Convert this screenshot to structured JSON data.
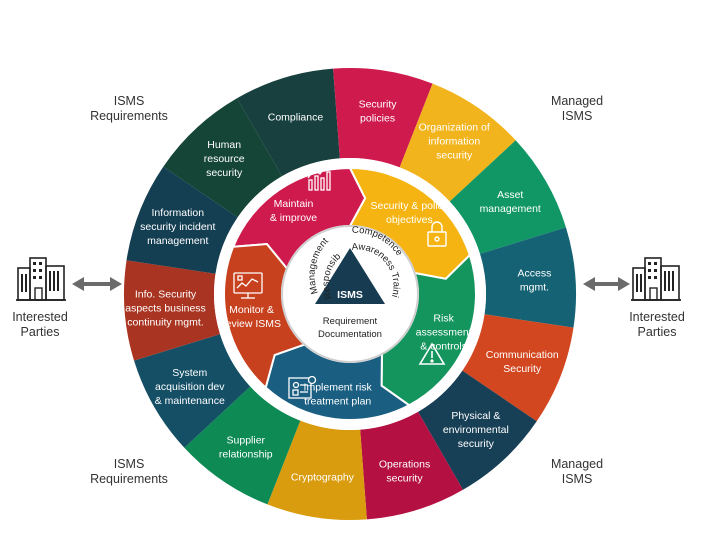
{
  "colors": {
    "compliance": "#17403f",
    "security_policies": "#cf1a4e",
    "organization": "#f2b41c",
    "asset_management": "#119766",
    "access_mgmt": "#146274",
    "communication_security": "#d2471f",
    "physical_env": "#173f56",
    "operations_security": "#b41042",
    "cryptography": "#d99c0f",
    "supplier_relationship": "#0e8a55",
    "system_acquisition": "#144f66",
    "info_security_bc": "#a93421",
    "incident_mgmt": "#143e52",
    "hr_security": "#154537",
    "maintain_improve": "#cf1a4e",
    "security_objectives": "#f5b412",
    "risk_assessment": "#14955e",
    "implement_risk": "#1a5f82",
    "monitor_review": "#c7411f",
    "isms_triangle": "#173c52"
  },
  "corners": {
    "top_left": [
      "ISMS",
      "Requirements"
    ],
    "top_right": [
      "Managed",
      "ISMS"
    ],
    "bottom_left": [
      "ISMS",
      "Requirements"
    ],
    "bottom_right": [
      "Managed",
      "ISMS"
    ]
  },
  "parties": {
    "left": [
      "Interested",
      "Parties"
    ],
    "right": [
      "Interested",
      "Parties"
    ]
  },
  "outer_ring": [
    {
      "id": "compliance",
      "lines": [
        "Compliance"
      ]
    },
    {
      "id": "security_policies",
      "lines": [
        "Security",
        "policies"
      ]
    },
    {
      "id": "organization",
      "lines": [
        "Organization of",
        "information",
        "security"
      ]
    },
    {
      "id": "asset_management",
      "lines": [
        "Asset",
        "management"
      ]
    },
    {
      "id": "access_mgmt",
      "lines": [
        "Access",
        "mgmt."
      ]
    },
    {
      "id": "communication_security",
      "lines": [
        "Communication",
        "Security"
      ]
    },
    {
      "id": "physical_env",
      "lines": [
        "Physical &",
        "environmental",
        "security"
      ]
    },
    {
      "id": "operations_security",
      "lines": [
        "Operations",
        "security"
      ]
    },
    {
      "id": "cryptography",
      "lines": [
        "Cryptography"
      ]
    },
    {
      "id": "supplier_relationship",
      "lines": [
        "Supplier",
        "relationship"
      ]
    },
    {
      "id": "system_acquisition",
      "lines": [
        "System",
        "acquisition dev",
        "& maintenance"
      ]
    },
    {
      "id": "info_security_bc",
      "lines": [
        "Info. Security",
        "aspects business",
        "continuity mgmt."
      ]
    },
    {
      "id": "incident_mgmt",
      "lines": [
        "Information",
        "security incident",
        "management"
      ]
    },
    {
      "id": "hr_security",
      "lines": [
        "Human",
        "resource",
        "security"
      ]
    }
  ],
  "cycle": [
    {
      "id": "maintain_improve",
      "lines": [
        "Maintain",
        "& improve"
      ]
    },
    {
      "id": "security_objectives",
      "lines": [
        "Security & policy",
        "objectives"
      ]
    },
    {
      "id": "risk_assessment",
      "lines": [
        "Risk",
        "assessment",
        "& controls"
      ]
    },
    {
      "id": "implement_risk",
      "lines": [
        "Implement risk",
        "treatment plan"
      ]
    },
    {
      "id": "monitor_review",
      "lines": [
        "Monitor &",
        "review ISMS"
      ]
    }
  ],
  "center": {
    "title": "ISMS",
    "management": "Management",
    "responsibility": "Responsibility",
    "competence": "Competence",
    "awareness": "Awareness Training",
    "requirement": "Requirement",
    "documentation": "Documentation"
  }
}
